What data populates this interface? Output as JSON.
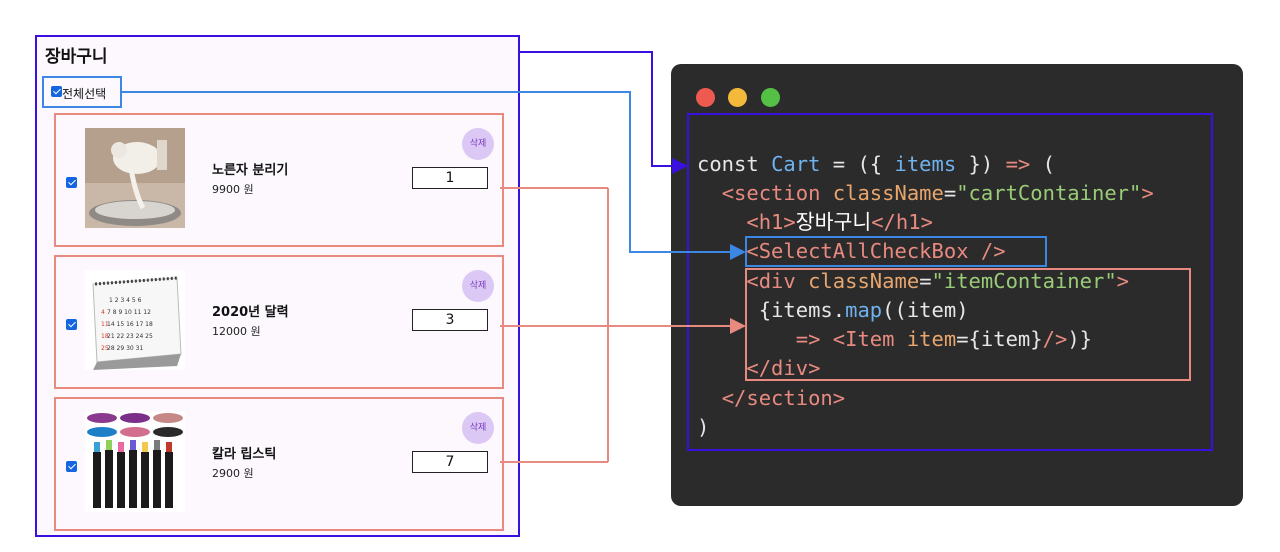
{
  "cart": {
    "title": "장바구니",
    "select_all_label": "전체선택",
    "delete_label": "삭제",
    "items": [
      {
        "name": "노른자 분리기",
        "price": "9900 원",
        "quantity": "1"
      },
      {
        "name": "2020년 달력",
        "price": "12000 원",
        "quantity": "3"
      },
      {
        "name": "칼라 립스틱",
        "price": "2900 원",
        "quantity": "7"
      }
    ]
  },
  "code": {
    "line1": {
      "kw": "const",
      "name": "Cart",
      "p1": " = ({ ",
      "param": "items",
      "p2": " }) ",
      "arrow": "=>",
      "p3": " ("
    },
    "line2": {
      "open": "<section",
      "attr": "className",
      "eq": "=",
      "str": "\"cartContainer\"",
      "close": ">"
    },
    "line3": {
      "open": "<h1>",
      "text": "장바구니",
      "close": "</h1>"
    },
    "line4": {
      "tag": "<SelectAllCheckBox />"
    },
    "line5": {
      "open": "<div",
      "attr": "className",
      "eq": "=",
      "str": "\"itemContainer\"",
      "close": ">"
    },
    "line6": {
      "p1": "{",
      "obj": "items",
      "dot": ".",
      "fn": "map",
      "p2": "((item)"
    },
    "line7": {
      "arrow": "=>",
      "open": "<Item",
      "attr": "item",
      "p1": "={item}",
      "close": "/>",
      "p2": ")}"
    },
    "line8": {
      "tag": "</div>"
    },
    "line9": {
      "tag": "</section>"
    },
    "line10": {
      "text": ")"
    }
  },
  "colors": {
    "container": "#3a10e0",
    "select_all": "#3b87e3",
    "item": "#e88a80",
    "mac_red": "#ee5a4f",
    "mac_yellow": "#f4b93a",
    "mac_green": "#55c046"
  }
}
